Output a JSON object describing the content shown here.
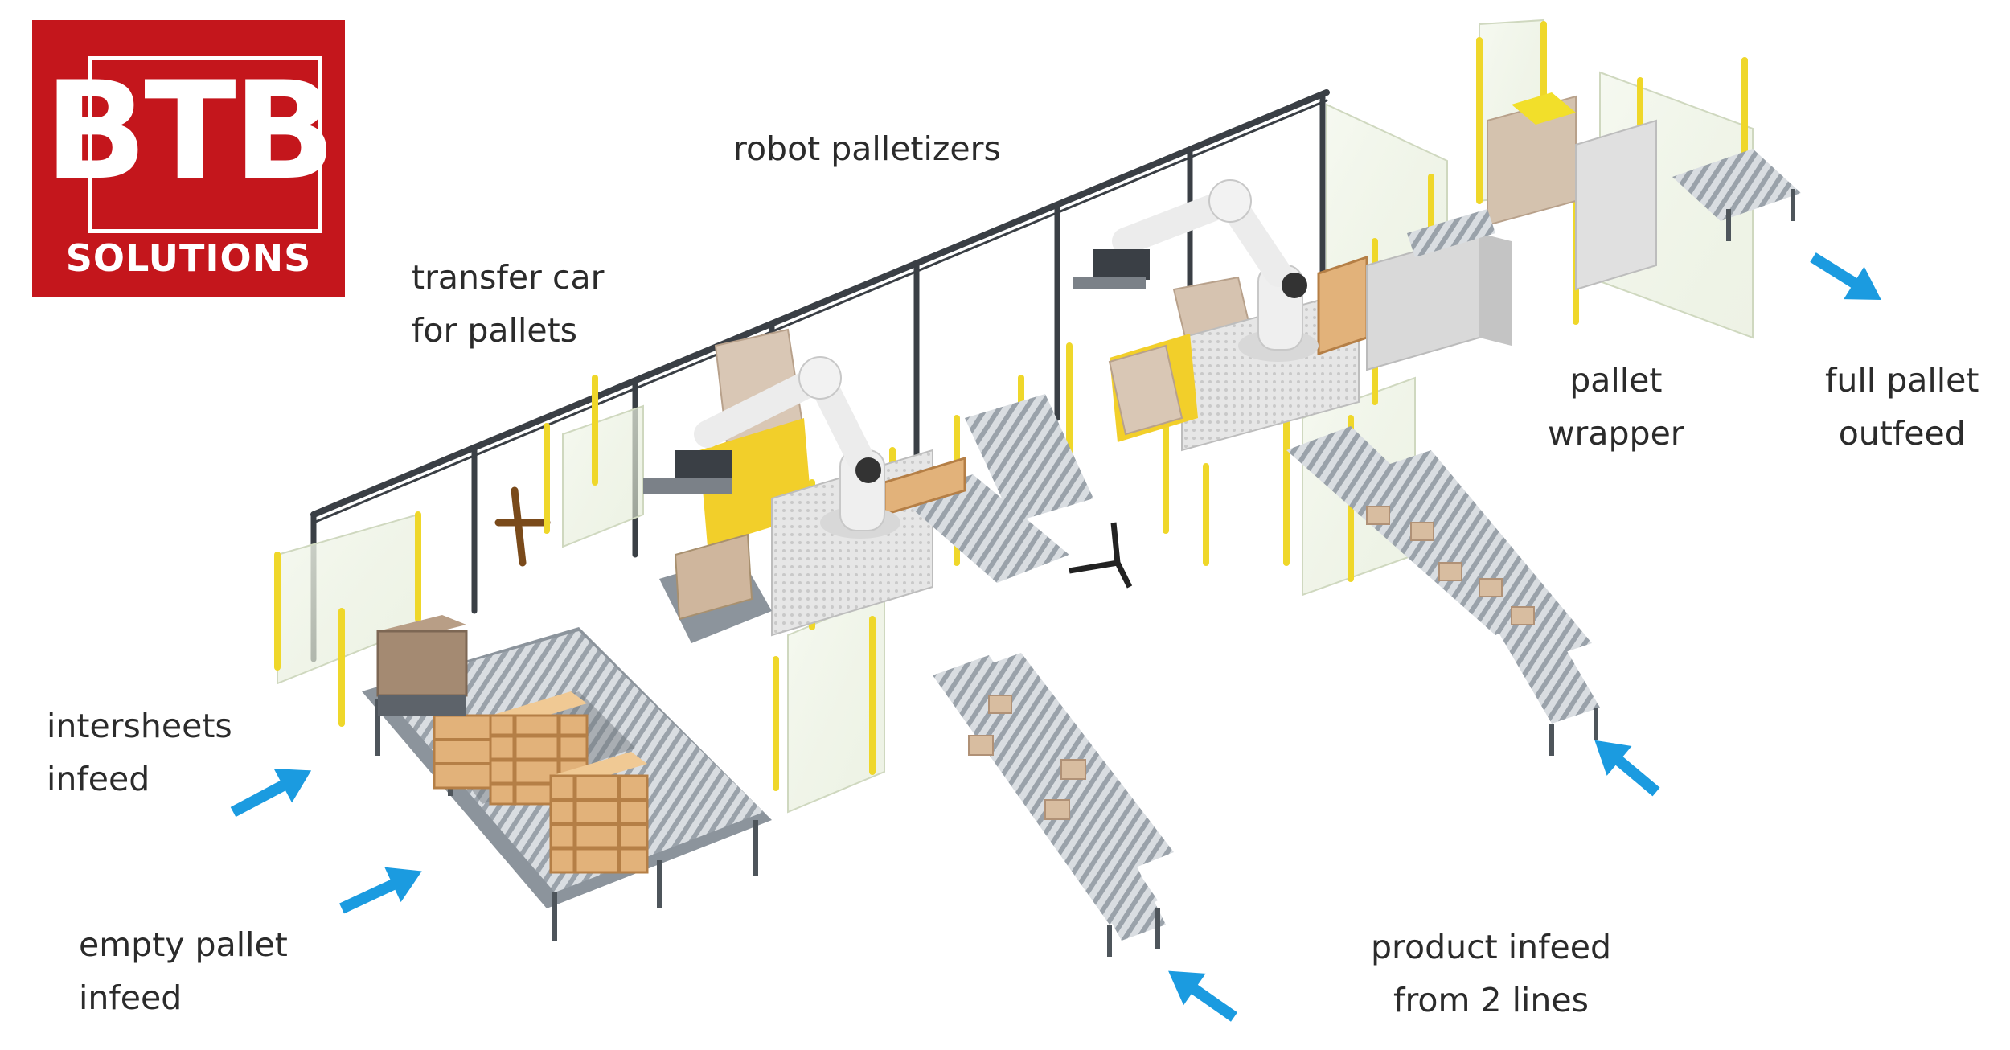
{
  "logo": {
    "name": "BTB",
    "subtitle": "SOLUTIONS"
  },
  "labels": {
    "robot_palletizers": "robot palletizers",
    "transfer_car": [
      "transfer car",
      "for pallets"
    ],
    "pallet_wrapper": [
      "pallet",
      "wrapper"
    ],
    "full_pallet_outfeed": [
      "full pallet",
      "outfeed"
    ],
    "intersheets_infeed": [
      "intersheets",
      "infeed"
    ],
    "empty_pallet_infeed": [
      "empty pallet",
      "infeed"
    ],
    "product_infeed": [
      "product infeed",
      "from 2 lines"
    ]
  },
  "colors": {
    "brand_red": "#c4161c",
    "arrow_blue": "#1b9be0",
    "guard_yellow": "#f2df2a",
    "pallet_wood": "#e2b27a",
    "robot_white": "#eeeeee"
  }
}
